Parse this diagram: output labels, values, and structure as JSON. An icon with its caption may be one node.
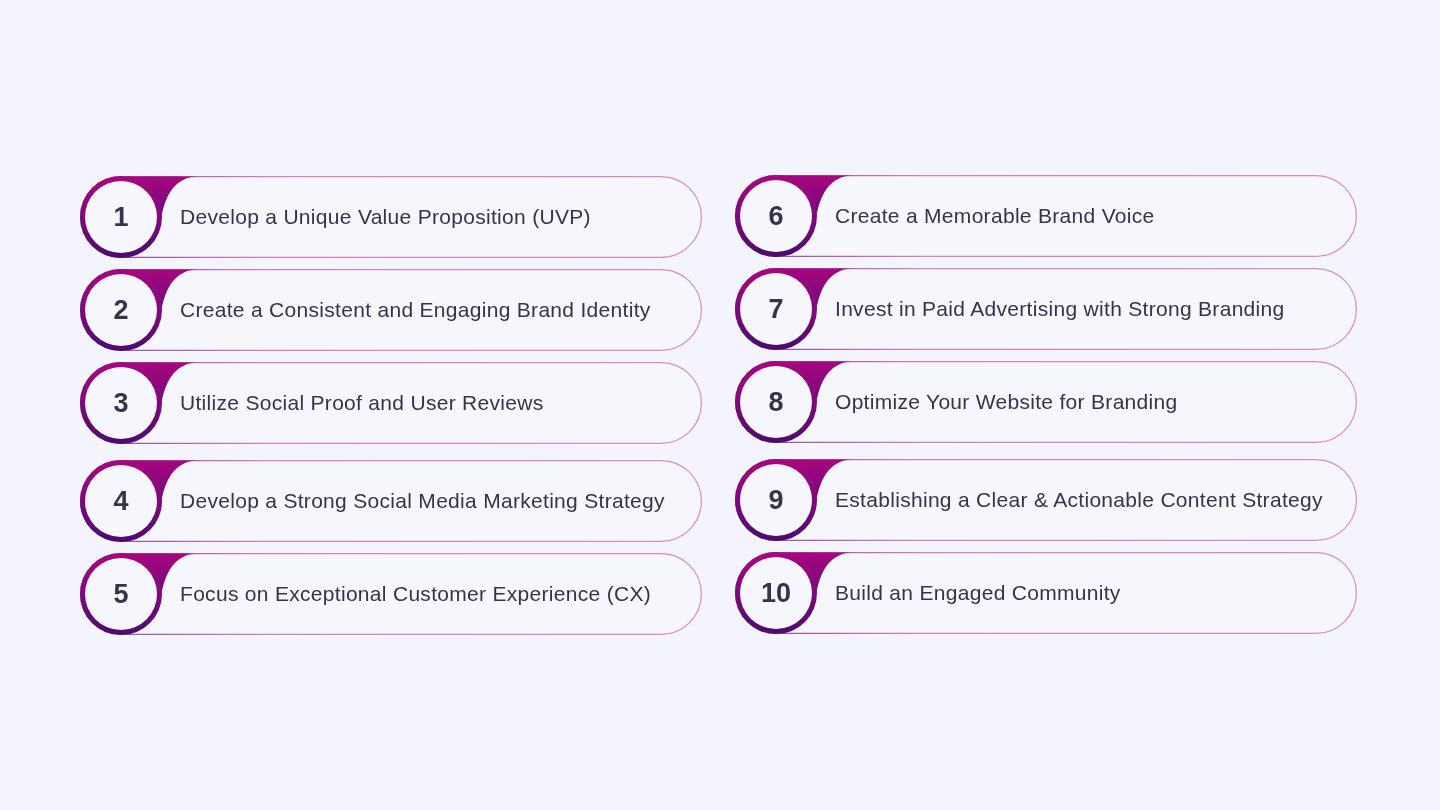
{
  "diagram": {
    "nodes": [
      {
        "text": [
          "Develop a Unique Value Proposition (UVP)"
        ]
      },
      {
        "text": [
          "1"
        ],
        "in": 0
      },
      {
        "text": [
          "Create a Consistent and Engaging Brand Identity"
        ]
      },
      {
        "text": [
          "2"
        ],
        "in": 2
      },
      {
        "text": [
          "Utilize Social Proof and User Reviews"
        ]
      },
      {
        "text": [
          "3"
        ],
        "in": 4
      },
      {
        "text": [
          "Develop a Strong Social Media Marketing Strategy"
        ]
      },
      {
        "text": [
          "4"
        ],
        "in": 6
      },
      {
        "text": [
          "Focus on Exceptional Customer Experience (CX)"
        ]
      },
      {
        "text": [
          "5"
        ],
        "in": 8
      },
      {
        "text": [
          "Create a Memorable Brand Voice"
        ]
      },
      {
        "text": [
          "6"
        ],
        "in": 10
      },
      {
        "text": [
          "Invest in Paid Advertising with Strong Branding"
        ]
      },
      {
        "text": [
          "7"
        ],
        "in": 12
      },
      {
        "text": [
          "Optimize Your Website for Branding"
        ]
      },
      {
        "text": [
          "8"
        ],
        "in": 14
      },
      {
        "text": [
          "Establishing a Clear & Actionable Content Strategy"
        ]
      },
      {
        "text": [
          "9"
        ],
        "in": 16
      },
      {
        "text": [
          "Build an Engaged Community"
        ]
      },
      {
        "text": [
          "10"
        ],
        "in": 18
      }
    ]
  }
}
